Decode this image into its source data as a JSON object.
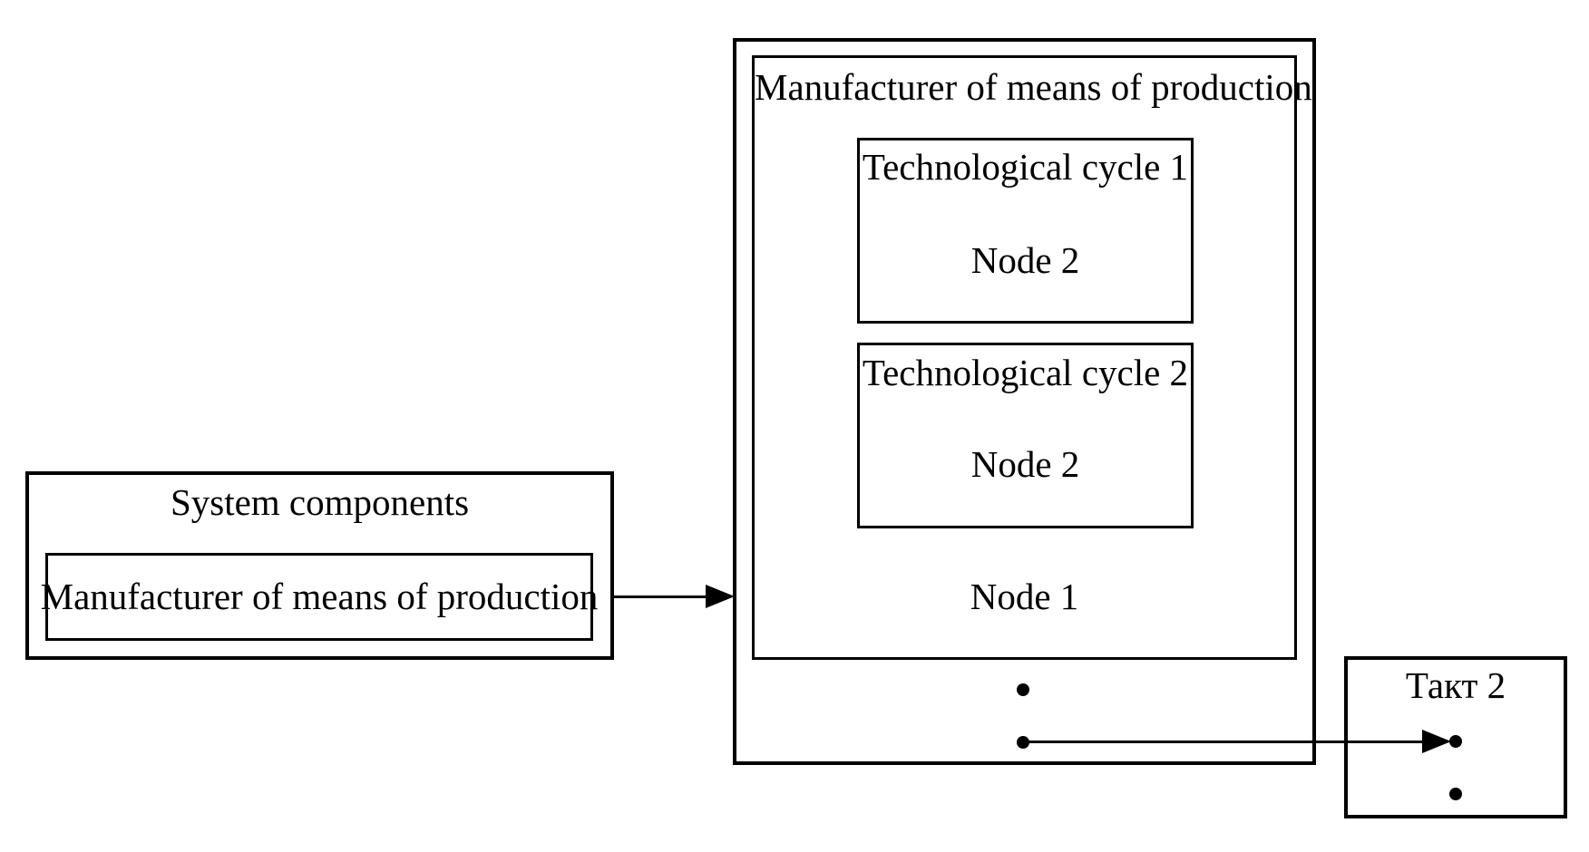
{
  "diagram": {
    "background_color": "#ffffff",
    "line_color": "#000000",
    "left_group": {
      "title": "System components",
      "item_label": "Manufacturer of means of production"
    },
    "right_group": {
      "title": "Manufacturer of means of production",
      "cycles": [
        {
          "title": "Technological cycle 1",
          "node_label": "Node 2"
        },
        {
          "title": "Technological cycle 2",
          "node_label": "Node 2"
        }
      ],
      "node_label": "Node 1"
    },
    "takt_box": {
      "title": "Такт 2"
    }
  }
}
